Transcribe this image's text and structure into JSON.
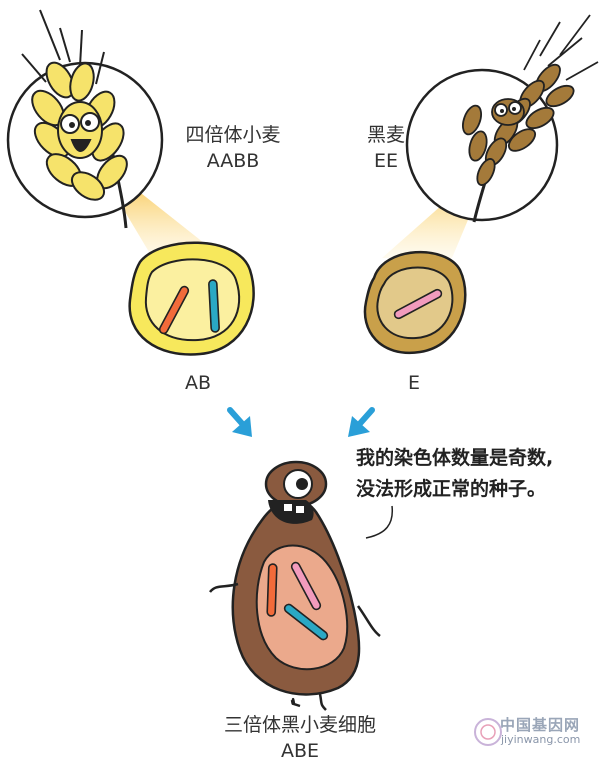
{
  "parents": {
    "tetraploid_wheat": {
      "name": "四倍体小麦",
      "genome": "AABB",
      "gamete": "AB",
      "color": "#f6e36b"
    },
    "rye": {
      "name": "黑麦",
      "genome": "EE",
      "gamete": "E",
      "color": "#a47a3a"
    }
  },
  "offspring": {
    "name": "三倍体黑小麦细胞",
    "genome": "ABE",
    "color": "#8a5a3f"
  },
  "speech": {
    "line1": "我的染色体数量是奇数,",
    "line2": "没法形成正常的种子。"
  },
  "chromosome_colors": {
    "A": "#f26b3a",
    "B": "#2aa8c4",
    "E": "#f29bbd"
  },
  "arrow_color": "#2a9fd8",
  "watermark": {
    "cn": "中国基因网",
    "en": "jiyinwang.com"
  }
}
